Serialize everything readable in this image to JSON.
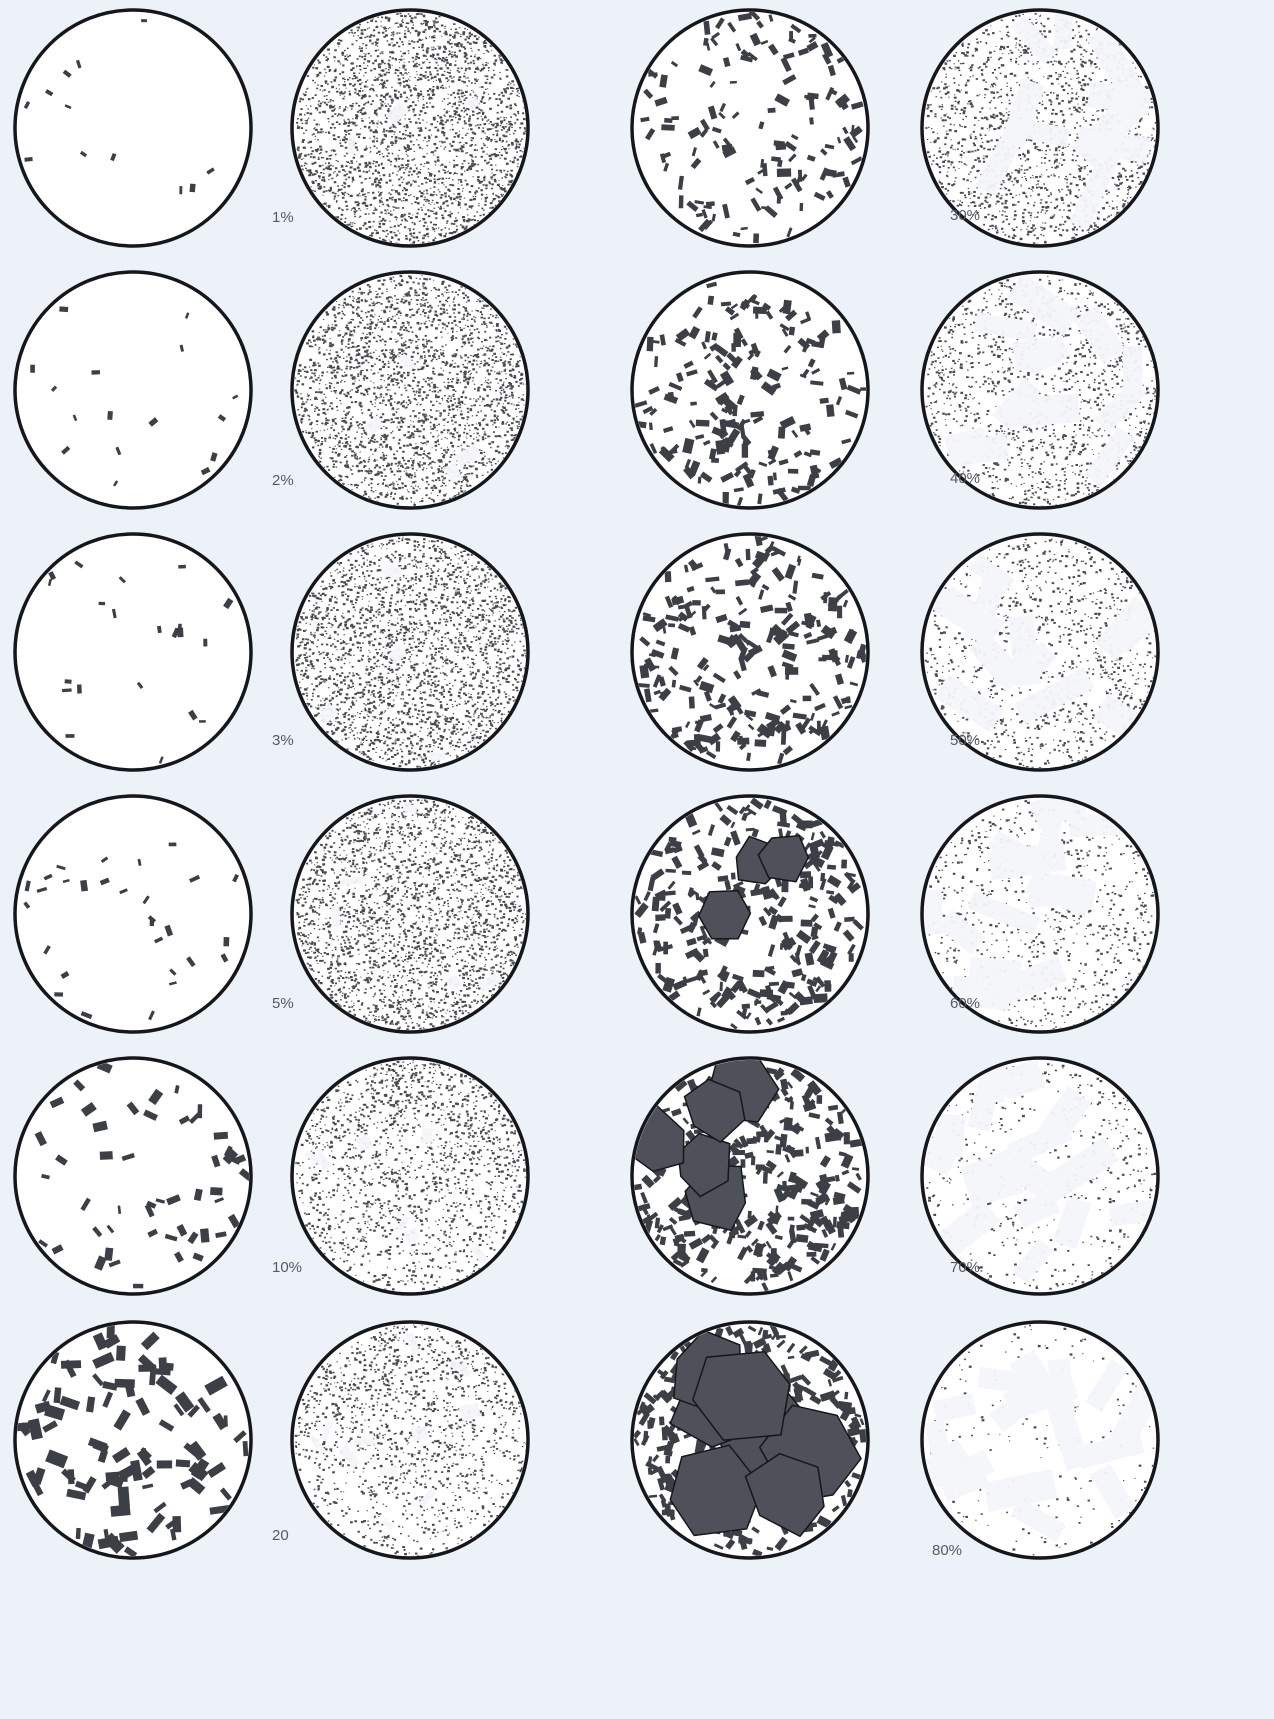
{
  "colors": {
    "background": "#edf2f8",
    "ink": "#15171c",
    "crystal": "#3c3f46",
    "phenocryst": "#4e5159",
    "groundmass_stipple": "#2a2c31",
    "light_crystal": "#f4f6fa"
  },
  "panels": [
    {
      "label": "1%",
      "fraction": 0.01
    },
    {
      "label": "2%",
      "fraction": 0.02
    },
    {
      "label": "3%",
      "fraction": 0.03
    },
    {
      "label": "5%",
      "fraction": 0.05
    },
    {
      "label": "10%",
      "fraction": 0.1
    },
    {
      "label": "20",
      "fraction": 0.2
    },
    {
      "label": "30%",
      "fraction": 0.3
    },
    {
      "label": "40%",
      "fraction": 0.4
    },
    {
      "label": "50%",
      "fraction": 0.5
    },
    {
      "label": "60%",
      "fraction": 0.6
    },
    {
      "label": "70%",
      "fraction": 0.7
    },
    {
      "label": "80%",
      "fraction": 0.8
    }
  ]
}
